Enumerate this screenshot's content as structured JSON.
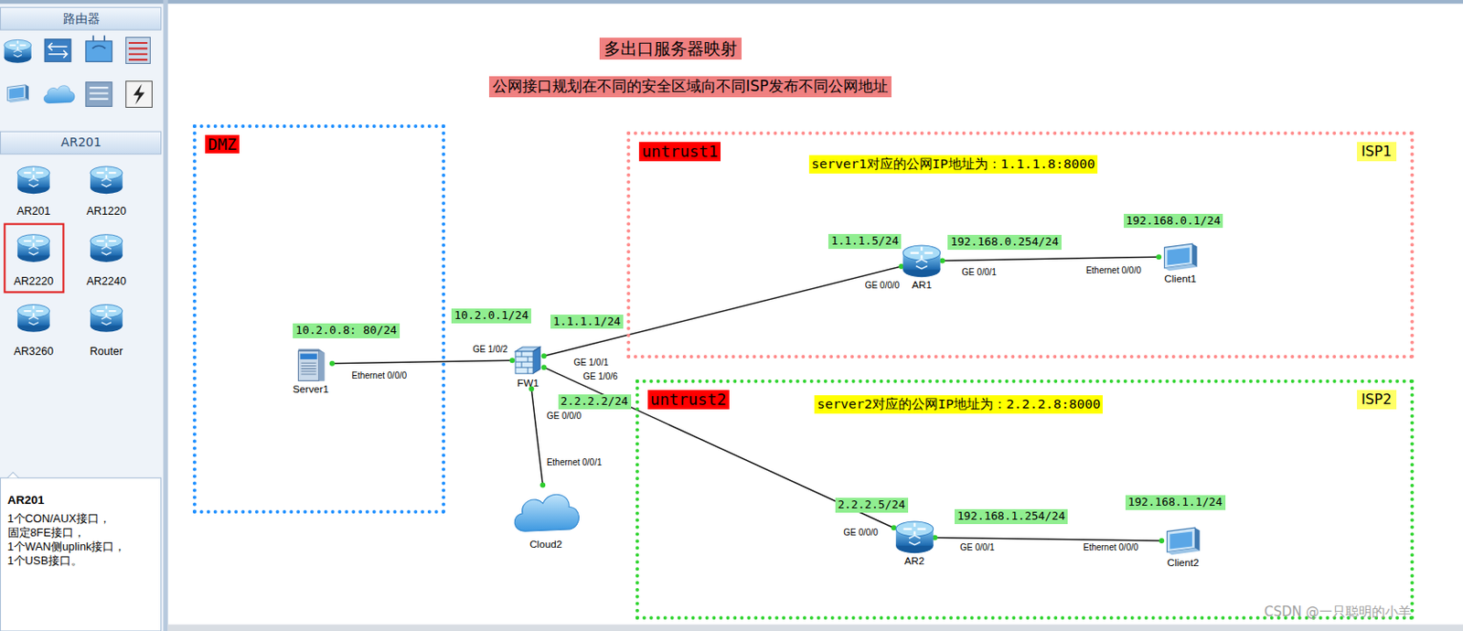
{
  "diagram": {
    "title": "多出口服务器映射",
    "nodes": [
      {
        "text": [
          "DMZ"
        ]
      },
      {
        "text": [
          "Server1"
        ],
        "in": 0
      },
      {
        "text": [
          "FW1"
        ]
      },
      {
        "text": [
          "Cloud2"
        ]
      },
      {
        "text": [
          "untrust1",
          "ISP1"
        ]
      },
      {
        "text": [
          "AR1"
        ],
        "in": 4
      },
      {
        "text": [
          "Client1"
        ],
        "in": 4
      },
      {
        "text": [
          "untrust2",
          "ISP2"
        ]
      },
      {
        "text": [
          "AR2"
        ],
        "in": 7
      },
      {
        "text": [
          "Client2"
        ],
        "in": 7
      }
    ],
    "edges": [
      {
        "from": 1,
        "to": 2,
        "arrow": "none"
      },
      {
        "from": 2,
        "to": 5,
        "arrow": "none"
      },
      {
        "from": 2,
        "to": 8,
        "arrow": "none"
      },
      {
        "from": 2,
        "to": 3,
        "arrow": "none"
      },
      {
        "from": 5,
        "to": 6,
        "arrow": "none"
      },
      {
        "from": 8,
        "to": 9,
        "arrow": "none"
      }
    ],
    "labels": [
      "公网接口规划在不同的安全区域向不同ISP发布不同公网地址",
      "server1对应的公网IP地址为：1.1.1.8:8000",
      "server2对应的公网IP地址为：2.2.2.8:8000",
      "10.2.0.8: 80/24",
      "10.2.0.1/24",
      "1.1.1.1/24",
      "2.2.2.2/24",
      "1.1.1.5/24",
      "192.168.0.254/24",
      "192.168.0.1/24",
      "2.2.2.5/24",
      "192.168.1.254/24",
      "192.168.1.1/24",
      "Ethernet 0/0/0",
      "GE 1/0/2",
      "GE 1/0/1",
      "GE 1/0/6",
      "GE 0/0/0",
      "Ethernet 0/0/1",
      "GE 0/0/0",
      "GE 0/0/1",
      "Ethernet 0/0/0",
      "GE 0/0/0",
      "GE 0/0/1",
      "Ethernet 0/0/0",
      "路由器",
      "AR201",
      "AR201",
      "AR1220",
      "AR2220",
      "AR2240",
      "AR3260",
      "Router",
      "AR201",
      "1个CON/AUX接口，",
      "固定8FE接口，",
      "1个WAN侧uplink接口，",
      "1个USB接口。",
      "CSDN @一只聪明的小羊"
    ]
  }
}
